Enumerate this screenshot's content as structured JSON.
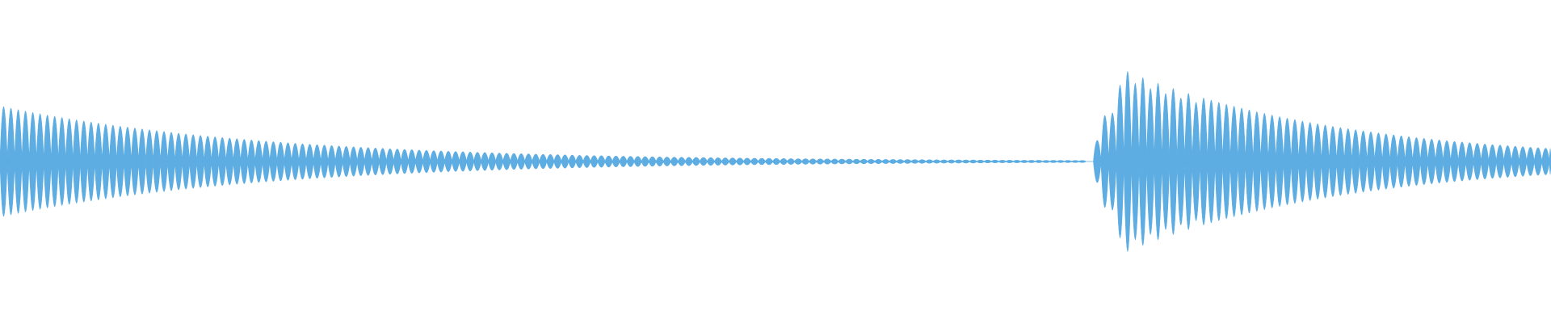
{
  "waveform": {
    "color": "#5DADE2",
    "background": "#FFFFFF",
    "segments": [
      {
        "name": "first-note-decay",
        "start_fraction": 0.0,
        "end_fraction": 0.7,
        "peak_level": 0.6,
        "end_level": 0.01,
        "cycle_fraction": 0.0047
      },
      {
        "name": "silence-gap",
        "start_fraction": 0.7,
        "end_fraction": 0.705,
        "peak_level": 0.0,
        "end_level": 0.0,
        "cycle_fraction": 0.0047
      },
      {
        "name": "second-note-attack-decay",
        "start_fraction": 0.705,
        "end_fraction": 1.0,
        "attack_fraction": 0.018,
        "peak_level": 1.0,
        "end_level": 0.14,
        "cycle_fraction": 0.0049
      }
    ]
  }
}
